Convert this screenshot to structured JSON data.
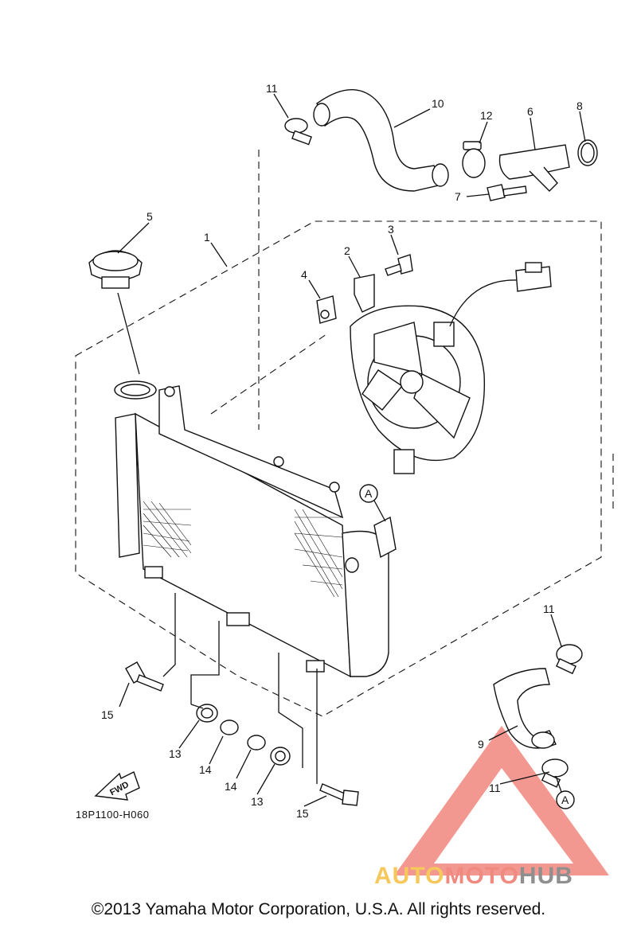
{
  "diagram": {
    "callouts": [
      {
        "id": "c11a",
        "label": "11"
      },
      {
        "id": "c10",
        "label": "10"
      },
      {
        "id": "c12",
        "label": "12"
      },
      {
        "id": "c6",
        "label": "6"
      },
      {
        "id": "c8",
        "label": "8"
      },
      {
        "id": "c7",
        "label": "7"
      },
      {
        "id": "c5",
        "label": "5"
      },
      {
        "id": "c1",
        "label": "1"
      },
      {
        "id": "c3",
        "label": "3"
      },
      {
        "id": "c2",
        "label": "2"
      },
      {
        "id": "c4",
        "label": "4"
      },
      {
        "id": "c11b",
        "label": "11"
      },
      {
        "id": "c15a",
        "label": "15"
      },
      {
        "id": "c13a",
        "label": "13"
      },
      {
        "id": "c14a",
        "label": "14"
      },
      {
        "id": "c14b",
        "label": "14"
      },
      {
        "id": "c13b",
        "label": "13"
      },
      {
        "id": "c15b",
        "label": "15"
      },
      {
        "id": "c9",
        "label": "9"
      },
      {
        "id": "c11c",
        "label": "11"
      }
    ],
    "reference_marker": "A",
    "direction_label": "FWD",
    "code": "18P1100-H060"
  },
  "watermark": {
    "brand_part1": "AUTO",
    "brand_part2": "MOTO",
    "brand_part3": "HUB",
    "colors": {
      "auto": "#f6c75b",
      "moto": "#f08a80",
      "hub": "#8f8f8f",
      "triangle": "#f0766c"
    }
  },
  "footer": {
    "copyright": "©2013 Yamaha Motor Corporation, U.S.A. All rights reserved."
  }
}
